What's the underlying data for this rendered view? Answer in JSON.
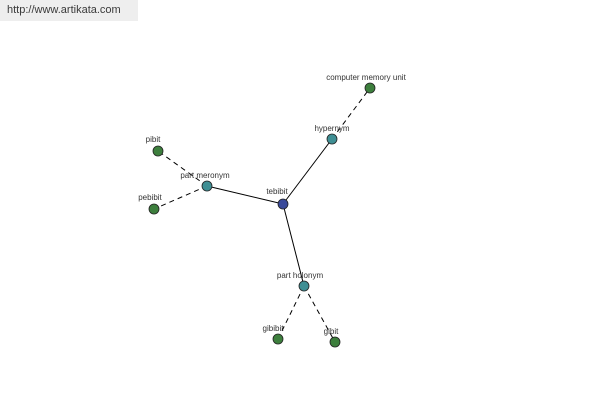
{
  "site": {
    "url": "http://www.artikata.com"
  },
  "graph": {
    "center": {
      "label": "tebibit",
      "color": "#3a4a9a"
    },
    "relation_color": "#3f8f94",
    "leaf_color": "#3d7f3d",
    "relations": {
      "hypernym": {
        "label": "hypernym",
        "terms": [
          "computer memory unit"
        ]
      },
      "part_meronym": {
        "label": "part meronym",
        "terms": [
          "pibit",
          "pebibit"
        ]
      },
      "part_holonym": {
        "label": "part holonym",
        "terms": [
          "gibibit",
          "gibit"
        ]
      }
    }
  }
}
